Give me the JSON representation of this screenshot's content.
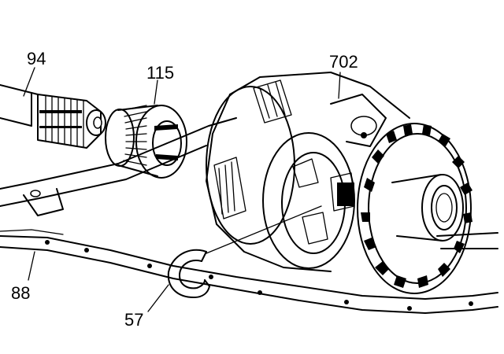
{
  "callouts": {
    "shaft": "94",
    "sleeve": "115",
    "differential": "702",
    "housing": "88",
    "snap_ring": "57"
  }
}
